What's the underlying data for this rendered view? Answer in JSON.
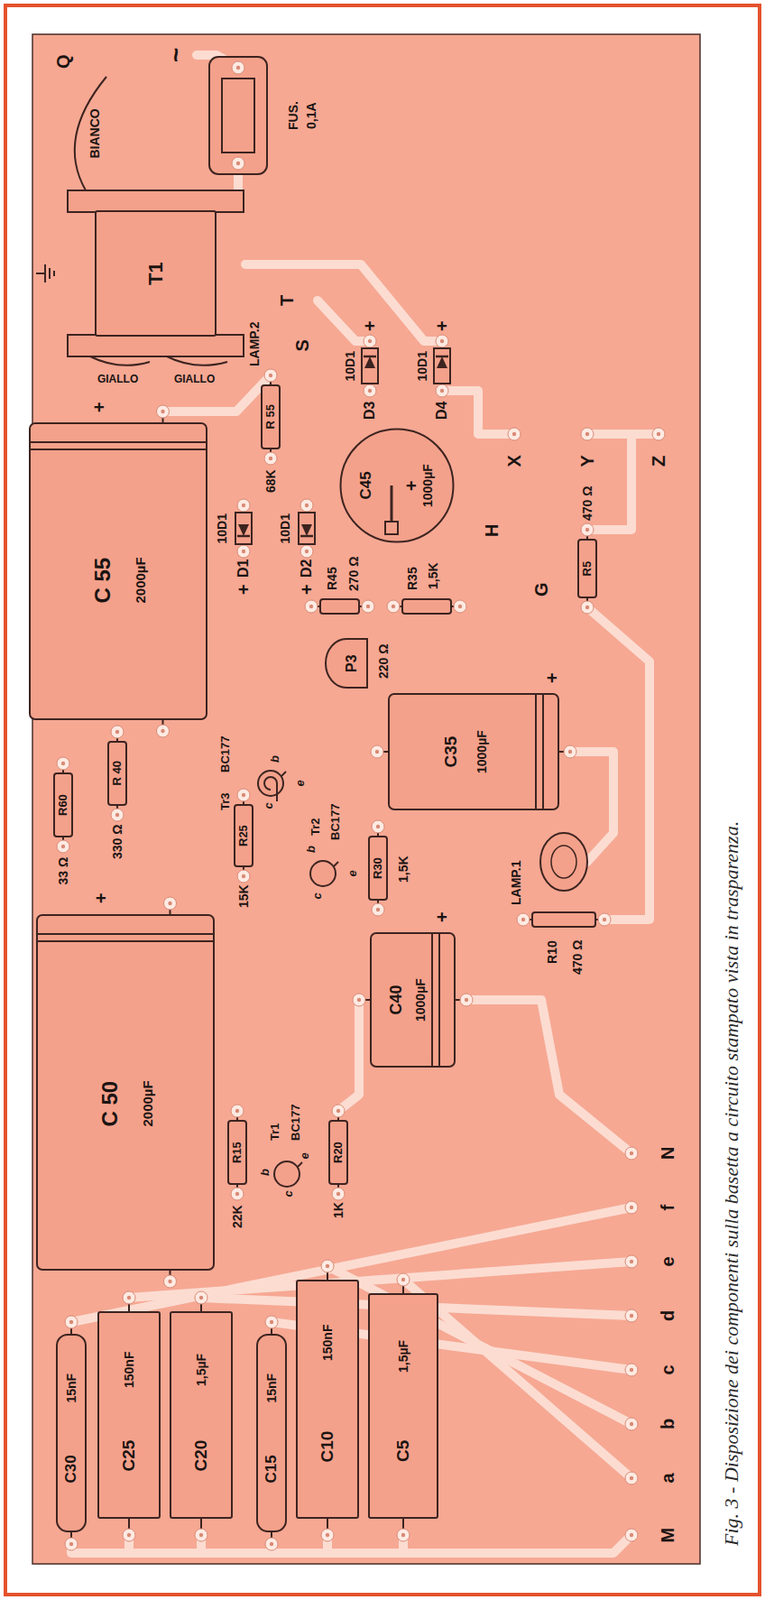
{
  "diagram": {
    "caption": "Fig. 3 - Disposizione dei componenti sulla basetta a circuito stampato vista in trasparenza.",
    "nodes": [
      {
        "text": [
          "C30",
          "15nF"
        ]
      },
      {
        "text": [
          "C25",
          "150nF"
        ]
      },
      {
        "text": [
          "C20",
          "1,5µF"
        ]
      },
      {
        "text": [
          "C15",
          "15nF"
        ]
      },
      {
        "text": [
          "C10",
          "150nF"
        ]
      },
      {
        "text": [
          "C5",
          "1,5µF"
        ]
      },
      {
        "text": [
          "C 50",
          "2000µF"
        ]
      },
      {
        "text": [
          "R15"
        ]
      },
      {
        "text": [
          "R20"
        ]
      },
      {
        "text": [
          "R60"
        ]
      },
      {
        "text": [
          "R 40"
        ]
      },
      {
        "text": [
          "R25"
        ]
      },
      {
        "text": [
          "R30"
        ]
      },
      {
        "text": [
          "C40",
          "1000µF"
        ]
      },
      {
        "text": [
          "C 55",
          "2000µF"
        ]
      },
      {
        "text": [
          "C35",
          "1000µF"
        ]
      },
      {
        "text": [
          "P3"
        ]
      },
      {
        "text": [
          "C45",
          "1000µF"
        ]
      },
      {
        "text": [
          "R 55"
        ]
      },
      {
        "text": [
          "R5"
        ]
      },
      {
        "text": [
          "T1"
        ]
      }
    ],
    "labels": [
      "22K",
      "c",
      "b",
      "e",
      "Tr1",
      "BC177",
      "1K",
      "+",
      "33 Ω",
      "330 Ω",
      "15K",
      "Tr3",
      "BC177",
      "c",
      "b",
      "e",
      "c",
      "b",
      "e",
      "Tr2",
      "BC177",
      "1,5K",
      "+",
      "LAMP.1",
      "R10",
      "470 Ω",
      "M",
      "a",
      "b",
      "c",
      "d",
      "e",
      "f",
      "N",
      "+",
      "+",
      "220 Ω",
      "R45",
      "270 Ω",
      "R35",
      "1,5K",
      "+",
      "D1",
      "10D1",
      "+",
      "D2",
      "10D1",
      "+",
      "68K",
      "LAMP.2",
      "S",
      "T",
      "D3",
      "10D1",
      "+",
      "D4",
      "10D1",
      "+",
      "H",
      "X",
      "G",
      "470 Ω",
      "Y",
      "Z",
      "GIALLO",
      "GIALLO",
      "~",
      "Q",
      "BIANCO",
      "FUS.",
      "0,1A"
    ]
  }
}
